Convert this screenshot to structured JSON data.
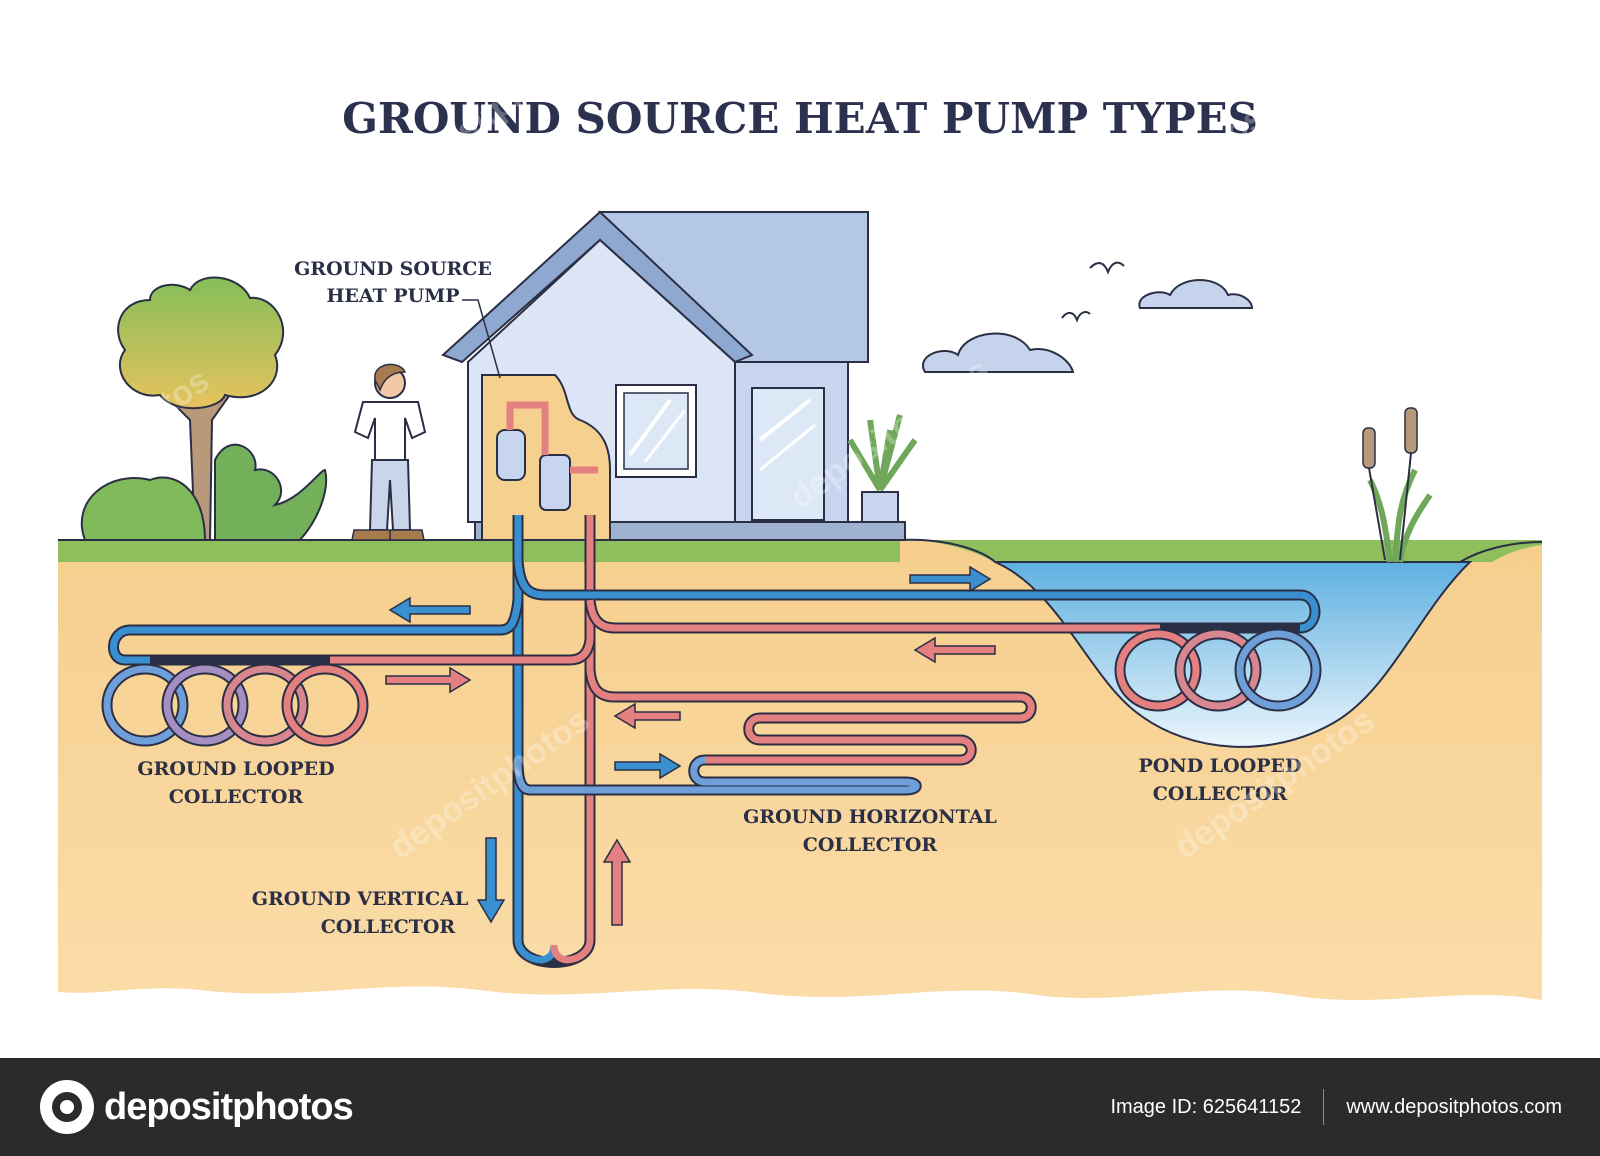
{
  "title": "GROUND SOURCE HEAT PUMP TYPES",
  "labels": {
    "heat_pump_line1": "GROUND SOURCE",
    "heat_pump_line2": "HEAT PUMP",
    "ground_looped_line1": "GROUND LOOPED",
    "ground_looped_line2": "COLLECTOR",
    "ground_vertical_line1": "GROUND VERTICAL",
    "ground_vertical_line2": "COLLECTOR",
    "ground_horizontal_line1": "GROUND HORIZONTAL",
    "ground_horizontal_line2": "COLLECTOR",
    "pond_looped_line1": "POND LOOPED",
    "pond_looped_line2": "COLLECTOR"
  },
  "watermark": "depositphotos",
  "footer": {
    "brand": "depositphotos",
    "image_id": "Image ID: 625641152",
    "site": "www.depositphotos.com"
  },
  "colors": {
    "cold_pipe": "#3a8fd0",
    "warm_pipe": "#e58080",
    "soil": "#f7d29a",
    "grass": "#8fbf5c",
    "pond": "#b8dcf2",
    "house": "#c7d6ee",
    "roof": "#8fa8cf"
  }
}
